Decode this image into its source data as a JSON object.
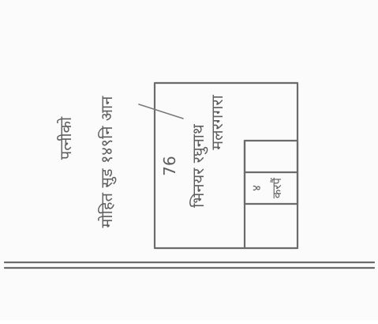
{
  "note": {
    "line1": "पत्नीको",
    "line2": "मोहित सुड १४९नि आन",
    "plot_number": "76",
    "main_box_label": "भिनयर रघुनाथ",
    "side_label": "मलरगगरा",
    "small_box_top": "४",
    "small_box_bottom": "करपैं"
  }
}
